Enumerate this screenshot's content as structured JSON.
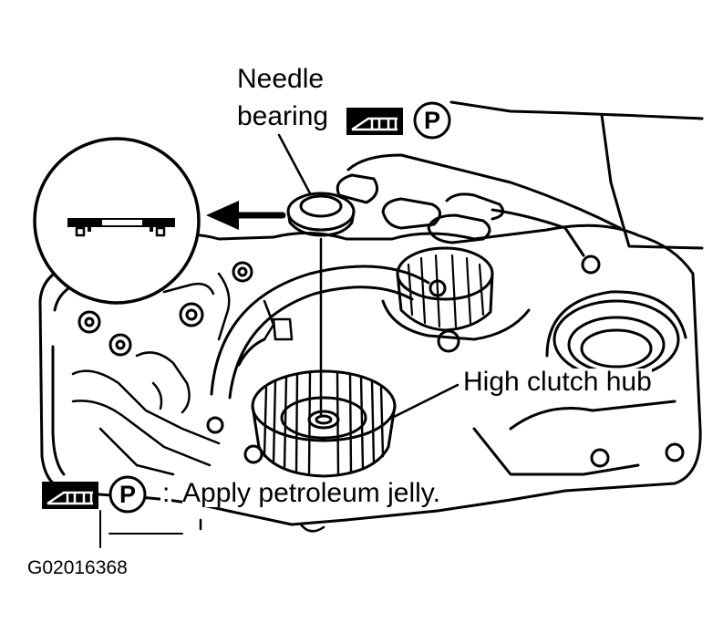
{
  "labels": {
    "needle_line1": "Needle",
    "needle_line2": "bearing",
    "hub": "High clutch hub",
    "legend_colon": ":",
    "legend_text": "Apply petroleum jelly."
  },
  "symbols": {
    "petroleum_jelly_letter": "P"
  },
  "figure_id": "G02016368",
  "icons": [
    "petroleum-jelly-tool-icon",
    "p-circle-icon",
    "direction-arrow"
  ],
  "colors": {
    "ink": "#000000",
    "paper": "#ffffff"
  }
}
